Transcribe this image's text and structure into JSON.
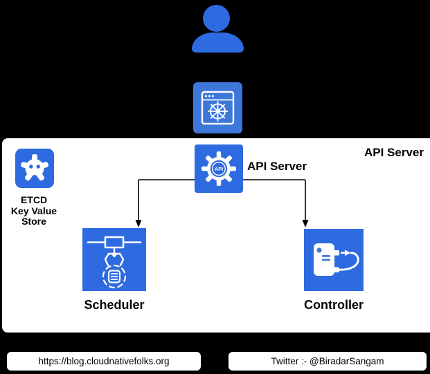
{
  "colors": {
    "background": "#000000",
    "panel": "#ffffff",
    "accent_blue": "#2e6ae0",
    "kubectl_blue": "#3d77d9",
    "line": "#000000",
    "text": "#000000"
  },
  "diagram": {
    "panel_label": "API Server",
    "nodes": {
      "user": {
        "icon": "user-icon"
      },
      "kubectl": {
        "icon": "kubernetes-wheel-browser-icon"
      },
      "api_server": {
        "label": "API Server",
        "icon": "api-gear-icon",
        "icon_text": "API"
      },
      "etcd": {
        "icon": "etcd-icon",
        "label_lines": [
          "ETCD",
          "Key Value",
          "Store"
        ]
      },
      "scheduler": {
        "label": "Scheduler",
        "icon": "scheduler-crane-icon"
      },
      "controller": {
        "label": "Controller",
        "icon": "controller-loop-icon"
      }
    },
    "edges": [
      {
        "from": "api_server",
        "to": "scheduler"
      },
      {
        "from": "api_server",
        "to": "controller"
      }
    ]
  },
  "footer": {
    "left": "https://blog.cloudnativefolks.org",
    "right": "Twitter :- @BiradarSangam"
  }
}
